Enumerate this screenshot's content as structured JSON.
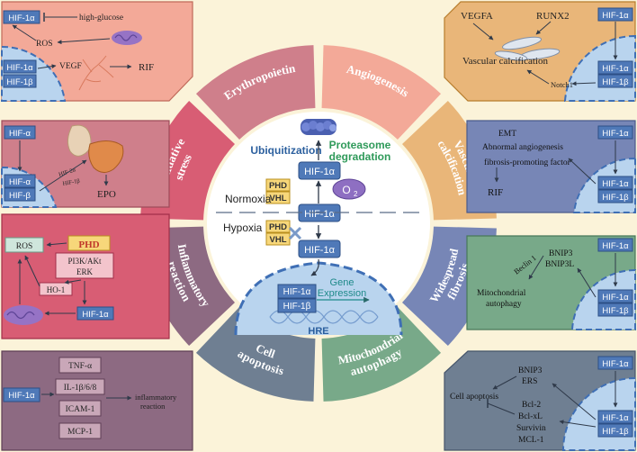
{
  "colors": {
    "background": "#fbf3d9",
    "angiogenesis": "#f3a998",
    "vascular_calcification": "#e9b679",
    "widespread_fibrosis": "#7786b6",
    "mitochondrial_autophagy": "#78a989",
    "cell_apoptosis": "#6f7f92",
    "inflammatory_reaction": "#8d6a82",
    "oxidative_stress": "#d85d74",
    "erythropoietin": "#cf7f8b",
    "hif_box": "#4f79b8",
    "phd_box": "#f7d77a",
    "nucleus": "#b9d4ee"
  },
  "segments": [
    {
      "label": "Angiogenesis",
      "color": "#f3a998"
    },
    {
      "label": "Vascular calcification",
      "color": "#e9b679"
    },
    {
      "label": "Widespread fibrosis",
      "color": "#7786b6"
    },
    {
      "label": "Mitochondrial autophagy",
      "color": "#78a989"
    },
    {
      "label": "Cell apoptosis",
      "color": "#6f7f92"
    },
    {
      "label": "Inflammatory reaction",
      "color": "#8d6a82"
    },
    {
      "label": "Oxidative stress",
      "color": "#d85d74"
    },
    {
      "label": "Erythropoietin",
      "color": "#cf7f8b"
    }
  ],
  "center": {
    "ubiquitization": "Ubiquitization",
    "proteasome": "Proteasome",
    "degradation": "degradation",
    "normoxia": "Normoxia",
    "hypoxia": "Hypoxia",
    "hif1a": "HIF-1α",
    "hif1b": "HIF-1β",
    "phd": "PHD",
    "vhl": "VHL",
    "o2": "O",
    "o2_sub": "2",
    "gene": "Gene",
    "expression": "Expression",
    "hre": "HRE"
  },
  "panels": {
    "angiogenesis": {
      "hif1a": "HIF-1α",
      "high_glucose": "high-glucose",
      "ros": "ROS",
      "vegf": "VEGF",
      "rif": "RIF",
      "hif1b": "HIF-1β"
    },
    "vascular": {
      "vegfa": "VEGFA",
      "runx2": "RUNX2",
      "hif1a": "HIF-1α",
      "vc": "Vascular calcification",
      "notch1": "Notch1",
      "hif1b": "HIF-1β"
    },
    "erythro": {
      "hif_a": "HIF-α",
      "hif_b": "HIF-β",
      "hif2a": "HIF-2α",
      "hif1b": "HIF-1β",
      "epo": "EPO"
    },
    "fibrosis": {
      "emt": "EMT",
      "abnormal": "Abnormal angiogenesis",
      "fpf": "fibrosis-promoting factor",
      "rif": "RIF",
      "hif1a": "HIF-1α",
      "hif1b": "HIF-1β"
    },
    "oxidative": {
      "ros": "ROS",
      "phd": "PHD",
      "pi3k": "PI3K/AKt",
      "erk": "ERK",
      "ho1": "HO-1",
      "hif1a": "HIF-1α"
    },
    "autophagy": {
      "hif1a": "HIF-1α",
      "beclin": "Beclin 1",
      "bnip3": "BNIP3",
      "bnip3l": "BNIP3L",
      "mito": "Mitochondrial",
      "auto": "autophagy",
      "hif1b": "HIF-1β"
    },
    "inflammatory": {
      "hif1a": "HIF-1α",
      "tnf": "TNF-α",
      "il": "IL-1β/6/8",
      "icam": "ICAM-1",
      "mcp": "MCP-1",
      "inflam": "inflammatory",
      "reaction": "reaction"
    },
    "apoptosis": {
      "hif1a": "HIF-1α",
      "bnip3": "BNIP3",
      "ers": "ERS",
      "cell_apoptosis": "Cell apoptosis",
      "bcl2": "Bcl-2",
      "bclxl": "Bcl-xL",
      "survivin": "Survivin",
      "mcl1": "MCL-1",
      "hif1b": "HIF-1β"
    }
  }
}
